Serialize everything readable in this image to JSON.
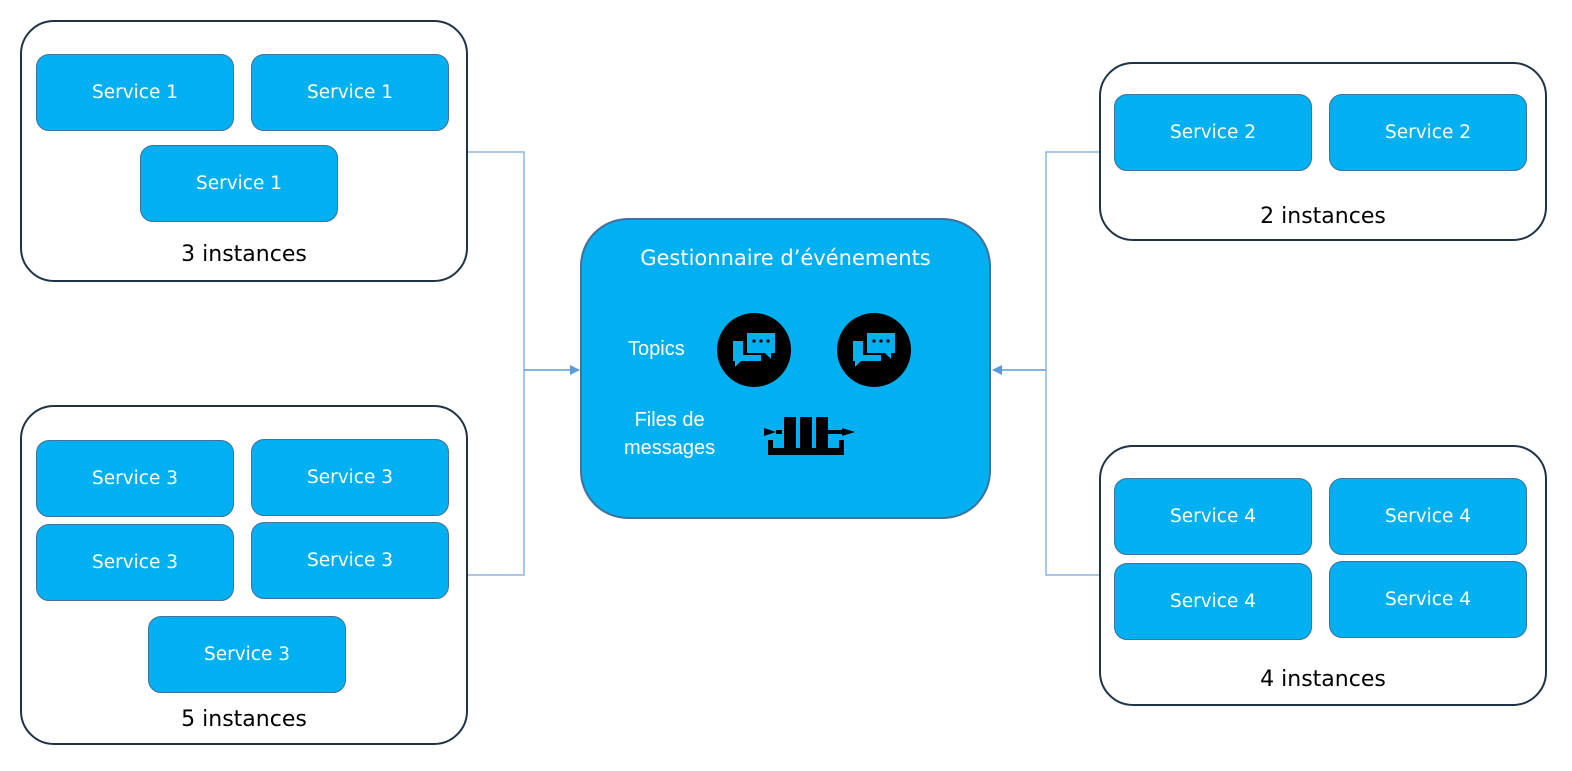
{
  "hub": {
    "title": "Gestionnaire d’événements",
    "topics_label": "Topics",
    "queues_label_line1": "Files de",
    "queues_label_line2": "messages",
    "icons": [
      "chat-bubbles-icon",
      "chat-bubbles-icon",
      "message-queue-icon"
    ]
  },
  "groups": [
    {
      "name": "service-1",
      "instances_label": "3 instances",
      "services": [
        "Service 1",
        "Service 1",
        "Service 1"
      ]
    },
    {
      "name": "service-3",
      "instances_label": "5 instances",
      "services": [
        "Service 3",
        "Service 3",
        "Service 3",
        "Service 3",
        "Service 3"
      ]
    },
    {
      "name": "service-2",
      "instances_label": "2 instances",
      "services": [
        "Service 2",
        "Service 2"
      ]
    },
    {
      "name": "service-4",
      "instances_label": "4 instances",
      "services": [
        "Service 4",
        "Service 4",
        "Service 4",
        "Service 4"
      ]
    }
  ],
  "colors": {
    "service_fill": "#00b0f0",
    "service_border": "#41719c",
    "group_border": "#1f3347",
    "connector": "#5b9bd5"
  }
}
